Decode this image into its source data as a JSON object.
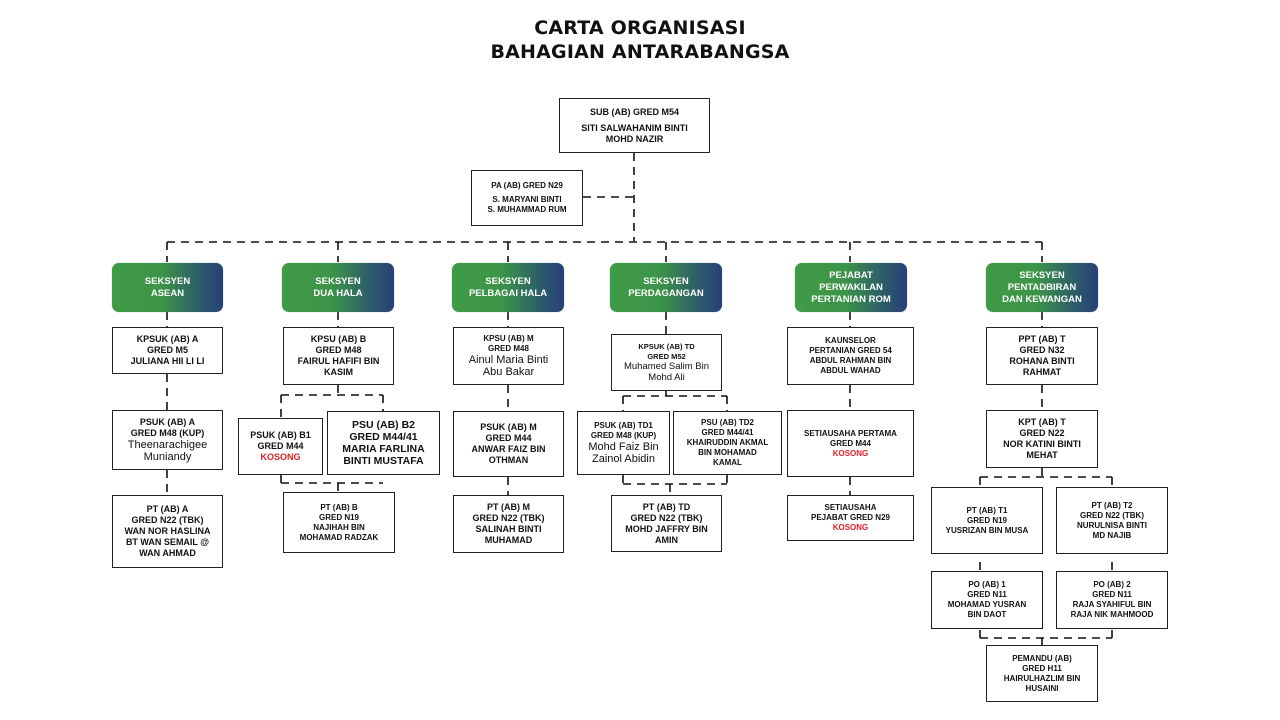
{
  "title": {
    "line1": "CARTA ORGANISASI",
    "line2": "BAHAGIAN ANTARABANGSA"
  },
  "colors": {
    "section_gradient_start": "#3f9b46",
    "section_gradient_end": "#283f7a",
    "vacant_text": "#e21e26",
    "border": "#222222"
  },
  "head": {
    "post": "SUB (AB) GRED M54",
    "name": [
      "SITI SALWAHANIM BINTI",
      "MOHD NAZIR"
    ]
  },
  "pa": {
    "post": "PA (AB) GRED N29",
    "name": [
      "S. MARYANI BINTI",
      "S. MUHAMMAD RUM"
    ]
  },
  "sections": [
    {
      "title": [
        "SEKSYEN",
        "ASEAN"
      ],
      "lead": {
        "lines": [
          "KPSUK (AB) A",
          "GRED M5",
          "JULIANA HII LI LI"
        ]
      },
      "staff": [
        {
          "lines": [
            "PSUK (AB) A",
            "GRED M48 (KUP)"
          ],
          "name": [
            "Theenarachigee",
            "Muniandy"
          ]
        },
        {
          "lines": [
            "PT (AB) A",
            "GRED N22 (TBK)",
            "WAN NOR HASLINA",
            "BT WAN SEMAIL @",
            "WAN AHMAD"
          ]
        }
      ]
    },
    {
      "title": [
        "SEKSYEN",
        "DUA HALA"
      ],
      "lead": {
        "lines": [
          "KPSU (AB) B",
          "GRED M48",
          "FAIRUL HAFIFI BIN",
          "KASIM"
        ]
      },
      "staff": [
        {
          "lines": [
            "PSUK (AB) B1",
            "GRED M44"
          ],
          "vacant": "KOSONG"
        },
        {
          "lines": [
            "PSU (AB) B2",
            "GRED M44/41",
            "MARIA FARLINA",
            "BINTI MUSTAFA"
          ]
        },
        {
          "lines": [
            "PT (AB) B",
            "GRED N19",
            "NAJIHAH BIN",
            "MOHAMAD RADZAK"
          ]
        }
      ]
    },
    {
      "title": [
        "SEKSYEN",
        "PELBAGAI HALA"
      ],
      "lead": {
        "lines": [
          "KPSU (AB) M",
          "GRED M48"
        ],
        "name": [
          "Ainul Maria Binti",
          "Abu Bakar"
        ]
      },
      "staff": [
        {
          "lines": [
            "PSUK (AB) M",
            "GRED M44",
            "ANWAR FAIZ BIN",
            "OTHMAN"
          ]
        },
        {
          "lines": [
            "PT (AB) M",
            "GRED N22 (TBK)",
            "SALINAH BINTI",
            "MUHAMAD"
          ]
        }
      ]
    },
    {
      "title": [
        "SEKSYEN",
        "PERDAGANGAN"
      ],
      "lead": {
        "lines": [
          "KPSUK (AB) TD",
          "GRED M52"
        ],
        "name": [
          "Muhamed Salim Bin",
          "Mohd Ali"
        ]
      },
      "staff": [
        {
          "lines": [
            "PSUK (AB) TD1",
            "GRED M48 (KUP)"
          ],
          "name": [
            "Mohd Faiz Bin",
            "Zainol Abidin"
          ]
        },
        {
          "lines": [
            "PSU (AB) TD2",
            "GRED M44/41",
            "KHAIRUDDIN AKMAL",
            "BIN MOHAMAD",
            "KAMAL"
          ]
        },
        {
          "lines": [
            "PT (AB) TD",
            "GRED N22 (TBK)",
            "MOHD JAFFRY BIN",
            "AMIN"
          ]
        }
      ]
    },
    {
      "title": [
        "PEJABAT",
        "PERWAKILAN",
        "PERTANIAN ROM"
      ],
      "lead": {
        "lines": [
          "KAUNSELOR",
          "PERTANIAN GRED 54",
          "ABDUL RAHMAN BIN",
          "ABDUL WAHAD"
        ]
      },
      "staff": [
        {
          "lines": [
            "SETIAUSAHA PERTAMA",
            "GRED M44"
          ],
          "vacant": "KOSONG"
        },
        {
          "lines": [
            "SETIAUSAHA",
            "PEJABAT GRED N29"
          ],
          "vacant": "KOSONG"
        }
      ]
    },
    {
      "title": [
        "SEKSYEN",
        "PENTADBIRAN",
        "DAN KEWANGAN"
      ],
      "lead": {
        "lines": [
          "PPT (AB) T",
          "GRED N32",
          "ROHANA BINTI",
          "RAHMAT"
        ]
      },
      "staff": [
        {
          "lines": [
            "KPT (AB) T",
            "GRED N22",
            "NOR KATINI BINTI",
            "MEHAT"
          ]
        },
        {
          "lines": [
            "PT (AB) T1",
            "GRED N19",
            "YUSRIZAN BIN MUSA"
          ]
        },
        {
          "lines": [
            "PT (AB) T2",
            "GRED N22 (TBK)",
            "NURULNISA BINTI",
            "MD NAJIB"
          ]
        },
        {
          "lines": [
            "PO (AB) 1",
            "GRED N11",
            "MOHAMAD YUSRAN",
            "BIN DAOT"
          ]
        },
        {
          "lines": [
            "PO (AB) 2",
            "GRED N11",
            "RAJA SYAHIFUL BIN",
            "RAJA NIK MAHMOOD"
          ]
        },
        {
          "lines": [
            "PEMANDU (AB)",
            "GRED H11",
            "HAIRULHAZLIM BIN",
            "HUSAINI"
          ]
        }
      ]
    }
  ]
}
